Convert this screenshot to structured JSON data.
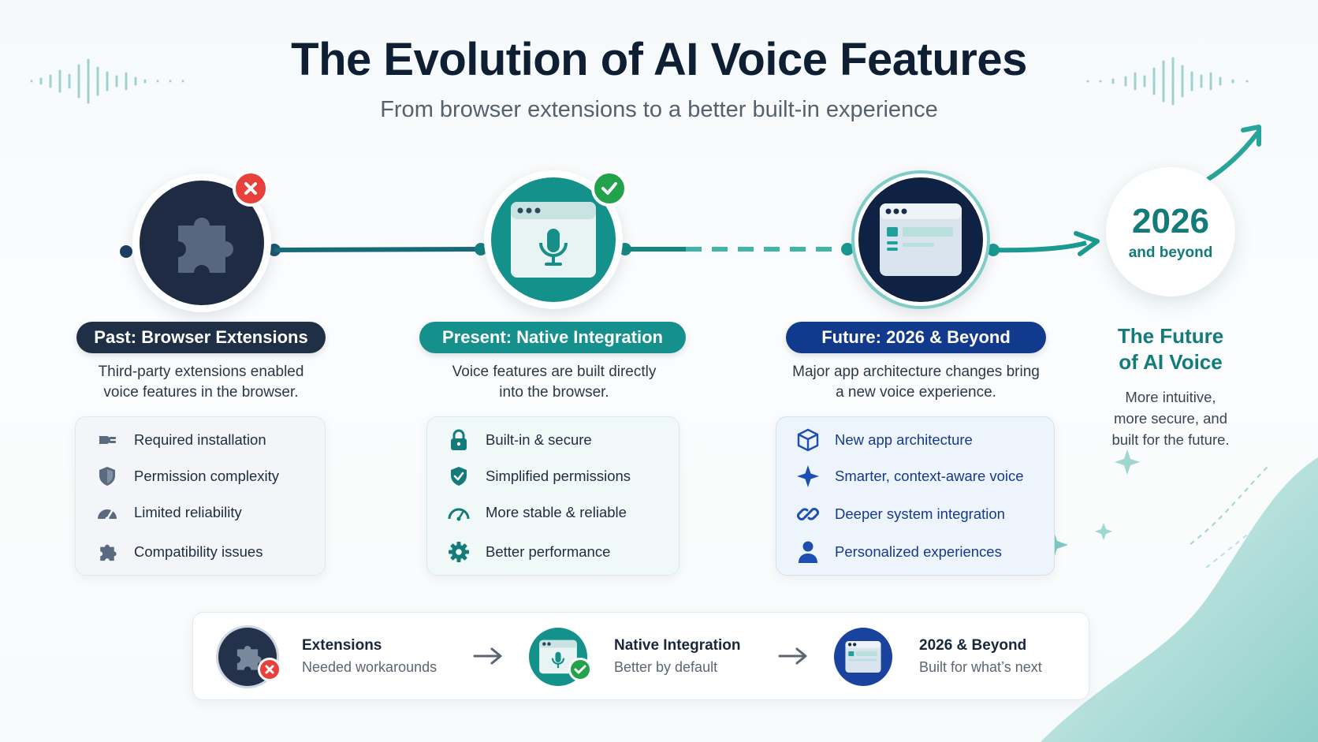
{
  "header": {
    "title": "The Evolution of AI Voice Features",
    "subtitle": "From browser extensions to a better built-in experience"
  },
  "stages": [
    {
      "label": "Past: Browser Extensions",
      "description_lines": [
        "Third-party extensions enabled",
        "voice features in the browser."
      ],
      "icon": "puzzle-icon",
      "badge": "x-icon",
      "colors": {
        "pill": "#1f2f45",
        "circle": "#1e2b42",
        "badge": "#e8403a"
      },
      "features": [
        {
          "label": "Required installation",
          "icon": "plug-icon"
        },
        {
          "label": "Permission complexity",
          "icon": "shield-icon"
        },
        {
          "label": "Limited reliability",
          "icon": "gauge-icon"
        },
        {
          "label": "Compatibility issues",
          "icon": "puzzle-icon"
        }
      ]
    },
    {
      "label": "Present: Native Integration",
      "description_lines": [
        "Voice features are built directly",
        "into the browser."
      ],
      "icon": "browser-microphone-icon",
      "badge": "check-icon",
      "colors": {
        "pill": "#16908c",
        "circle": "#14918b",
        "badge": "#22a24a"
      },
      "features": [
        {
          "label": "Built-in & secure",
          "icon": "lock-icon"
        },
        {
          "label": "Simplified permissions",
          "icon": "shield-check-icon"
        },
        {
          "label": "More stable & reliable",
          "icon": "gauge-icon"
        },
        {
          "label": "Better performance",
          "icon": "gear-icon"
        }
      ]
    },
    {
      "label": "Future: 2026 & Beyond",
      "description_lines": [
        "Major app architecture changes bring",
        "a new voice experience."
      ],
      "icon": "app-window-icon",
      "badge": "",
      "colors": {
        "pill": "#123a8c",
        "circle": "#0f2244",
        "badge": ""
      },
      "features": [
        {
          "label": "New app architecture",
          "icon": "cube-icon"
        },
        {
          "label": "Smarter, context-aware voice",
          "icon": "sparkle-icon"
        },
        {
          "label": "Deeper system integration",
          "icon": "link-icon"
        },
        {
          "label": "Personalized experiences",
          "icon": "user-icon"
        }
      ]
    }
  ],
  "future": {
    "year": "2026",
    "year_sub": "and beyond",
    "title_lines": [
      "The Future",
      "of AI Voice"
    ],
    "description_lines": [
      "More intuitive,",
      "more secure, and",
      "built for the future."
    ]
  },
  "summary": [
    {
      "title": "Extensions",
      "subtitle": "Needed workarounds",
      "icon": "puzzle-icon",
      "badge": "x-icon"
    },
    {
      "title": "Native Integration",
      "subtitle": "Better by default",
      "icon": "browser-microphone-icon",
      "badge": "check-icon"
    },
    {
      "title": "2026 & Beyond",
      "subtitle": "Built for what’s next",
      "icon": "app-window-icon",
      "badge": ""
    }
  ],
  "colors": {
    "teal": "#137c7a",
    "navy": "#0f2244",
    "timeline_left": "#1b3b63",
    "timeline_teal": "#16847f"
  }
}
